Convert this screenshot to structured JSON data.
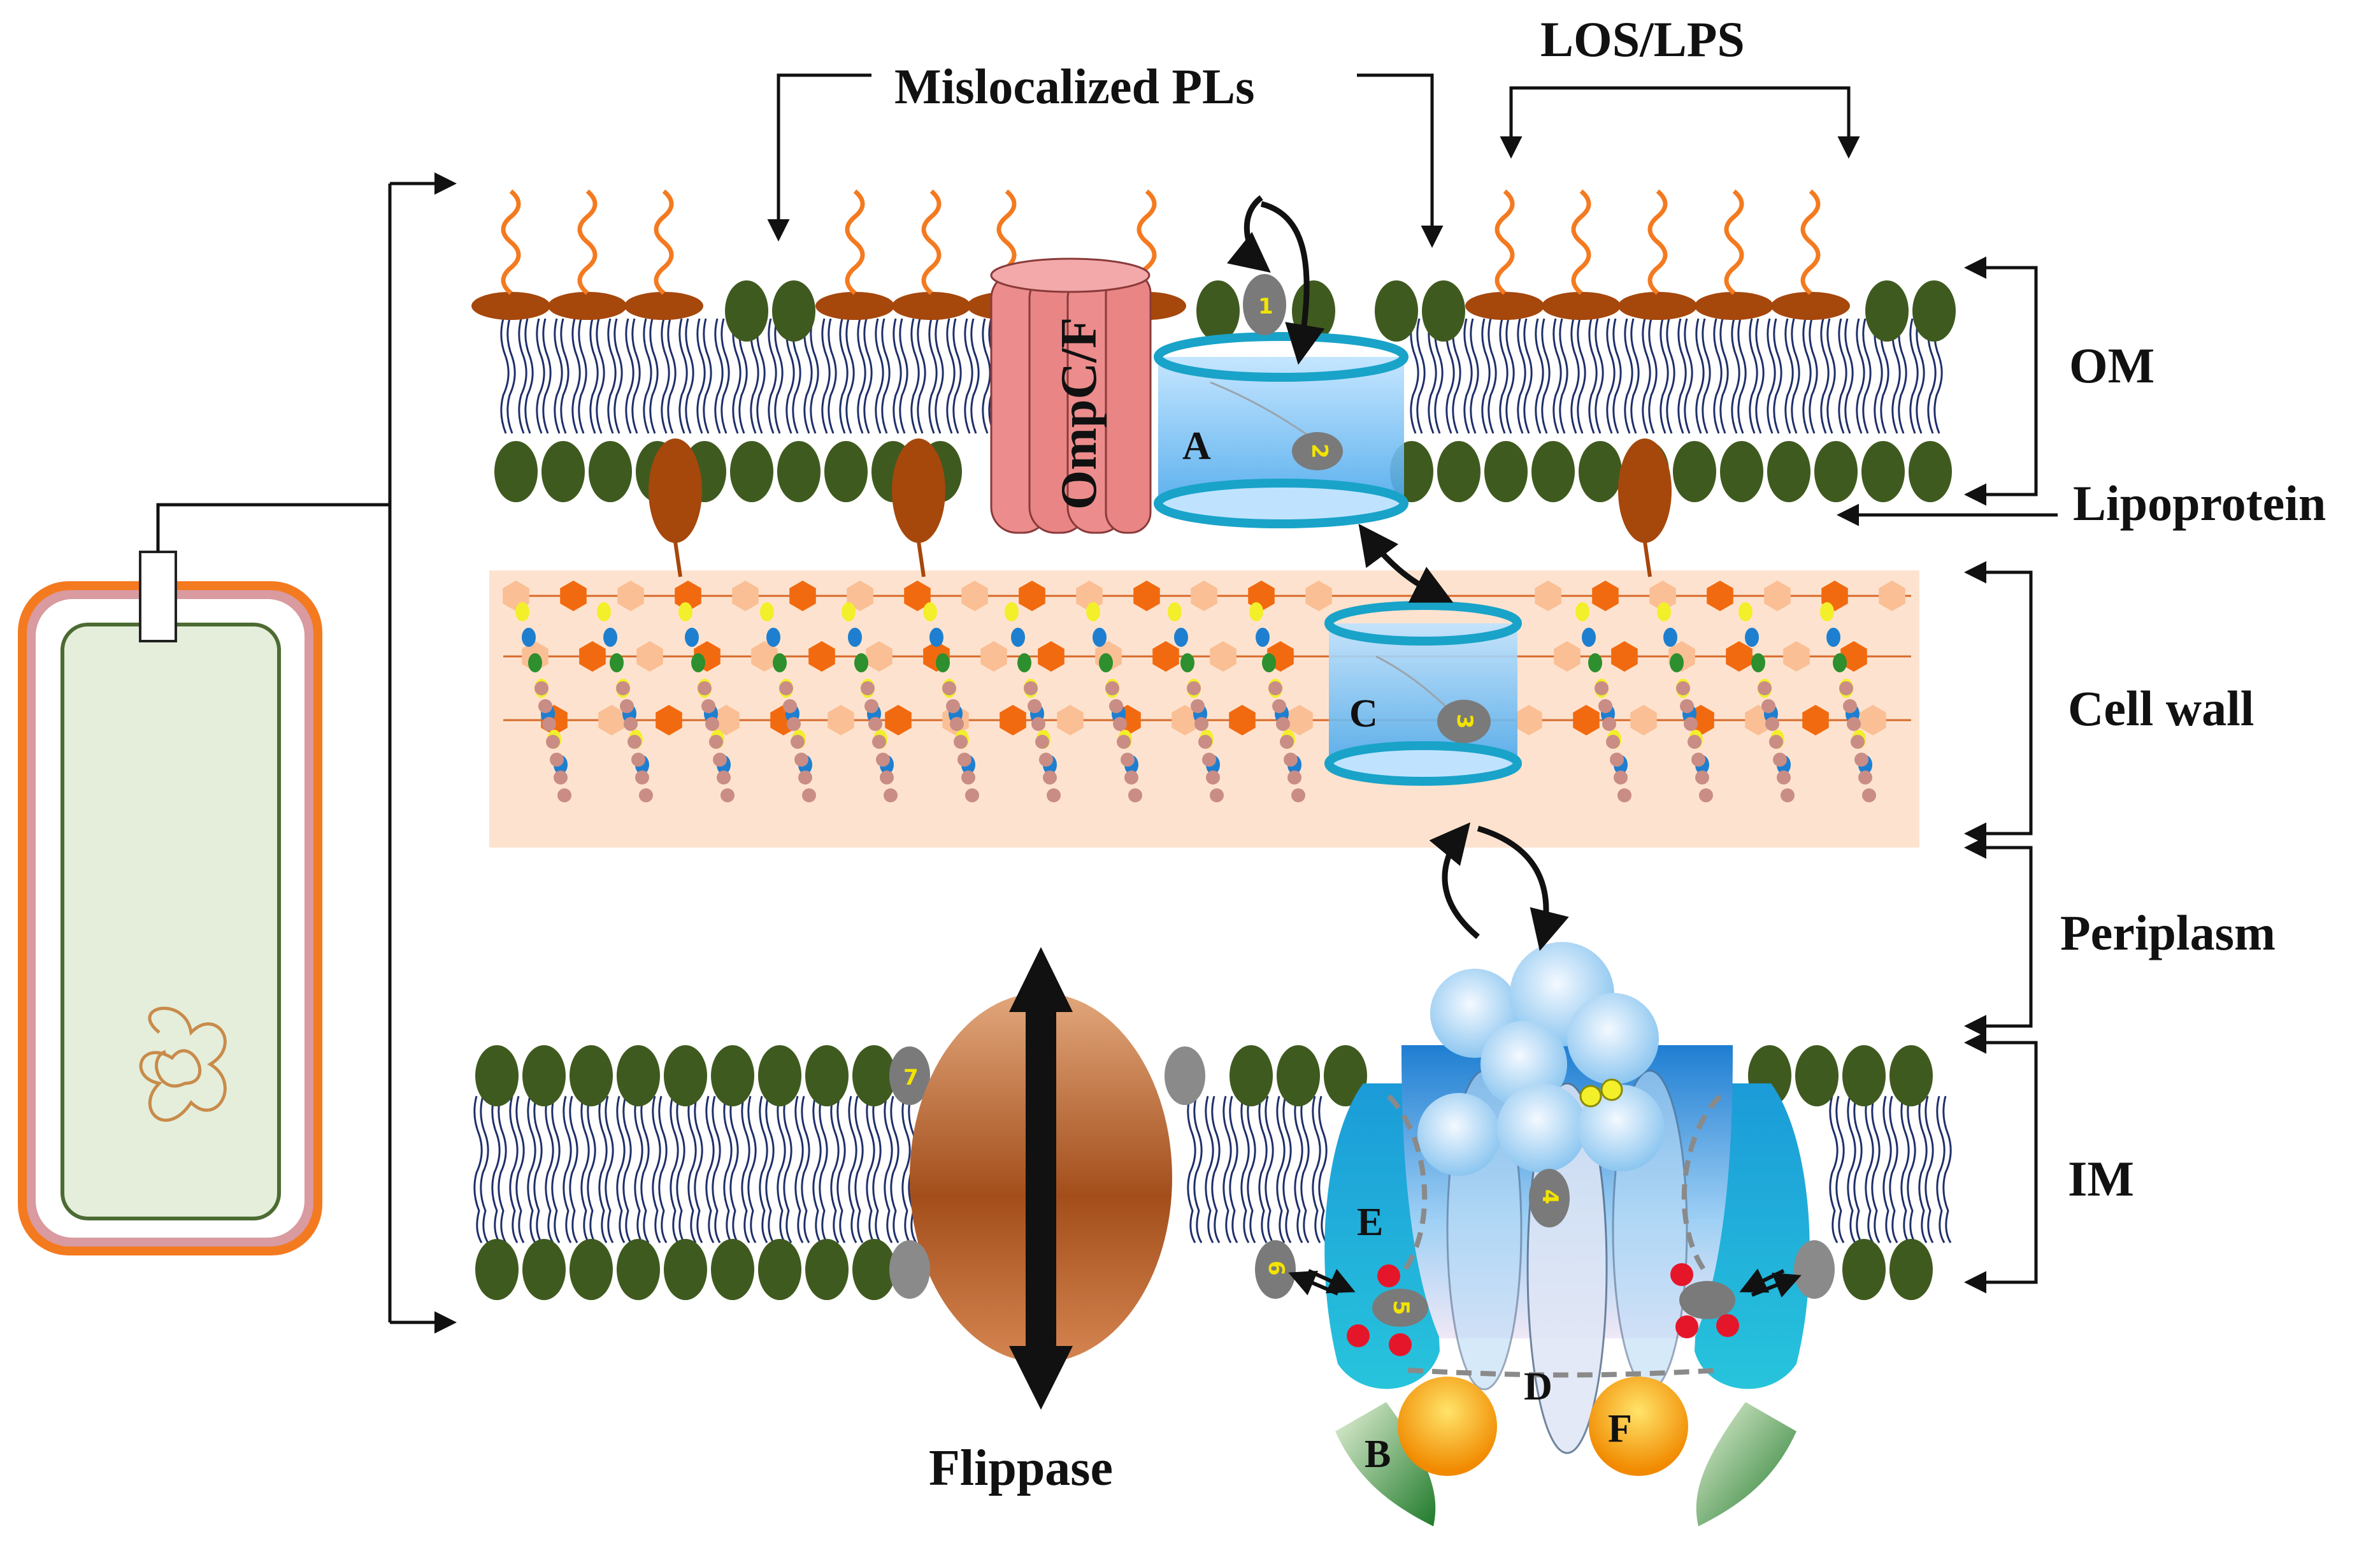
{
  "diagram": {
    "top_labels": {
      "mislocalized": "Mislocalized PLs",
      "los_lps": "LOS/LPS"
    },
    "layers": {
      "om": "OM",
      "lipoprotein": "Lipoprotein",
      "cell_wall": "Cell wall",
      "periplasm": "Periplasm",
      "im": "IM"
    },
    "proteins": {
      "ompcf": "OmpC/F",
      "flippase": "Flippase"
    },
    "letters": {
      "a": "A",
      "b": "B",
      "c": "C",
      "d": "D",
      "e": "E",
      "f": "F"
    },
    "numbers": {
      "n1": "1",
      "n2": "2",
      "n3": "3",
      "n4": "4",
      "n5": "5",
      "n6": "6",
      "n7": "7"
    },
    "colors": {
      "phospholipid_head": "#3f5a1f",
      "lps_head": "#a6470c",
      "lps_chain": "#f47a20",
      "cell_wall_bg": "#fde3cf",
      "ompcf": "#ec8c8c",
      "transporter_blue": "#6cb7ee",
      "flippase_brown": "#b75b24",
      "cell_outline": "#f47a20"
    }
  }
}
